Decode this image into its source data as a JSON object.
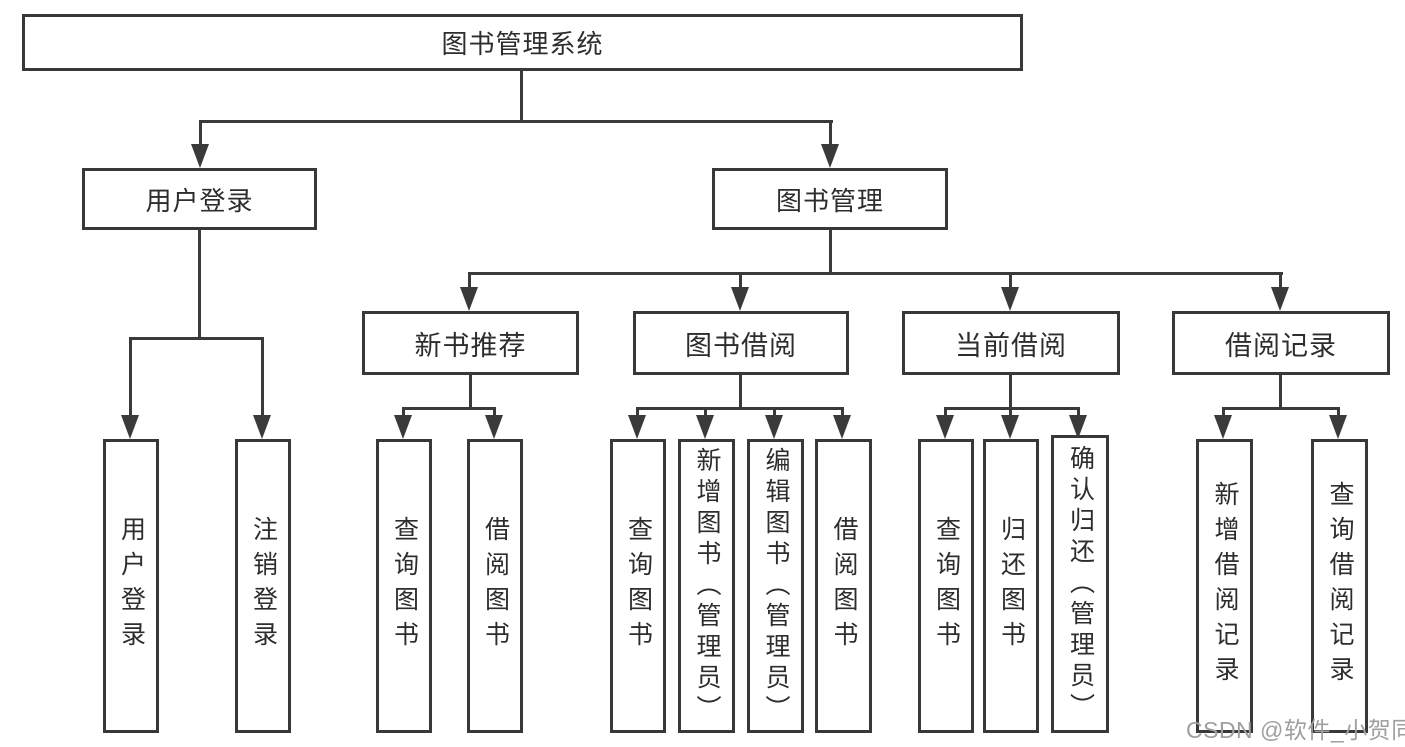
{
  "tree": {
    "root": {
      "label": "图书管理系统"
    },
    "branches": [
      {
        "label": "用户登录",
        "children": [
          {
            "label": "用户登录"
          },
          {
            "label": "注销登录"
          }
        ]
      },
      {
        "label": "图书管理",
        "children": [
          {
            "label": "新书推荐",
            "children": [
              {
                "label": "查询图书"
              },
              {
                "label": "借阅图书"
              }
            ]
          },
          {
            "label": "图书借阅",
            "children": [
              {
                "label": "查询图书"
              },
              {
                "label": "新增图书（管理员）"
              },
              {
                "label": "编辑图书（管理员）"
              },
              {
                "label": "借阅图书"
              }
            ]
          },
          {
            "label": "当前借阅",
            "children": [
              {
                "label": "查询图书"
              },
              {
                "label": "归还图书"
              },
              {
                "label": "确认归还（管理员）"
              }
            ]
          },
          {
            "label": "借阅记录",
            "children": [
              {
                "label": "新增借阅记录"
              },
              {
                "label": "查询借阅记录"
              }
            ]
          }
        ]
      }
    ]
  },
  "watermark": {
    "text": "CSDN @软件_小贺同学"
  },
  "colors": {
    "line": "#3a3a3a",
    "border": "#383838",
    "text": "#2d2d2d",
    "watermark": "#9f9f9f",
    "background": "#ffffff"
  }
}
